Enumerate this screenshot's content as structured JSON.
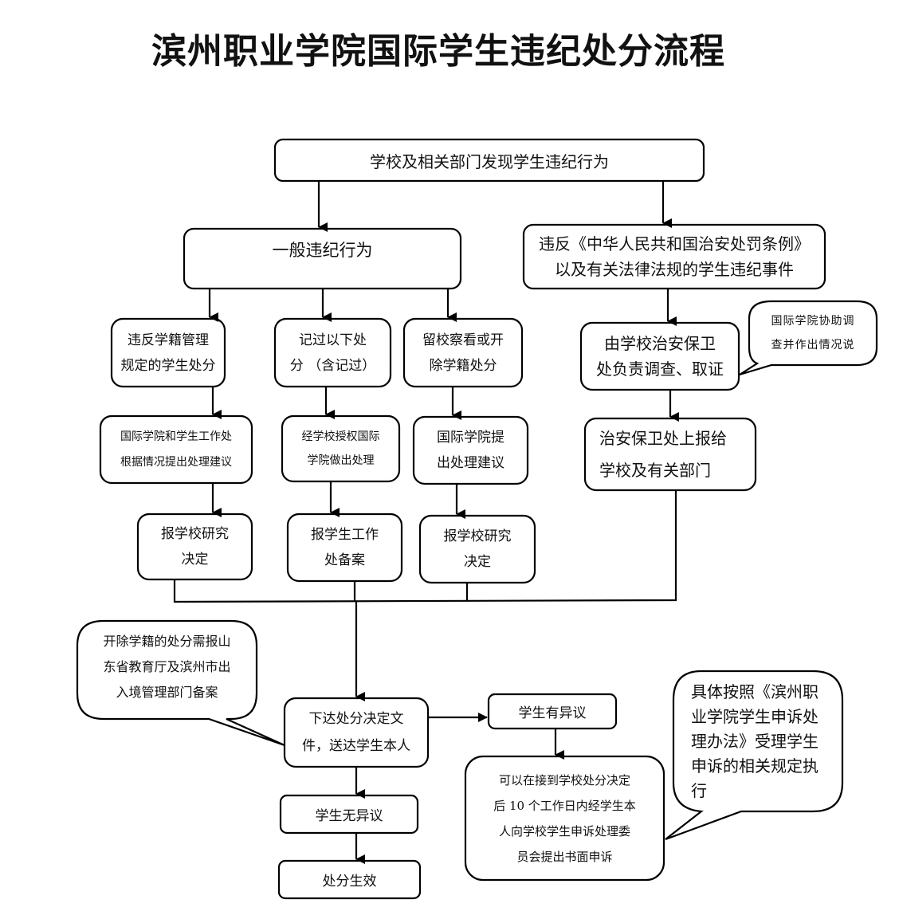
{
  "title": "滨州职业学院国际学生违纪处分流程",
  "nodes": {
    "discover": [
      "学校及相关部门发现学生违纪行为"
    ],
    "general": [
      "一般违纪行为"
    ],
    "law": [
      "违反《中华人民共和国治安处罚条例》",
      "以及有关法律法规的学生违纪事件"
    ],
    "status_violation": [
      "违反学籍管理",
      "规定的学生处分"
    ],
    "minor_penalty": [
      "记过以下处",
      "分 （含记过）"
    ],
    "probation_expel": [
      "留校察看或开",
      "除学籍处分"
    ],
    "security_investigate": [
      "由学校治安保卫",
      "处负责调查、取证"
    ],
    "intl_assist_callout": [
      "国际学院协助调",
      "查并作出情况说"
    ],
    "intl_student_affairs": [
      "国际学院和学生工作处",
      "根据情况提出处理建议"
    ],
    "authorized_intl": [
      "经学校授权国际",
      "学院做出处理"
    ],
    "intl_propose": [
      "国际学院提",
      "出处理建议"
    ],
    "security_report": [
      "治安保卫处上报给",
      "学校及有关部门"
    ],
    "report_school_1": [
      "报学校研究",
      "决定"
    ],
    "report_student_affairs": [
      "报学生工作",
      "处备案"
    ],
    "report_school_2": [
      "报学校研究",
      "决定"
    ],
    "expel_callout": [
      "开除学籍的处分需报山",
      "东省教育厅及滨州市出",
      "入境管理部门备案"
    ],
    "issue_decision": [
      "下达处分决定文",
      "件，送达学生本人"
    ],
    "student_objection": [
      "学生有异议"
    ],
    "appeal": [
      "可以在接到学校处分决定",
      "后 10 个工作日内经学生本",
      "人向学校学生申诉处理委",
      "员会提出书面申诉"
    ],
    "appeal_rules_callout": [
      "具体按照《滨州职",
      "业学院学生申诉处",
      "理办法》受理学生",
      "申诉的相关规定执",
      "行"
    ],
    "no_objection": [
      "学生无异议"
    ],
    "effective": [
      "处分生效"
    ]
  }
}
